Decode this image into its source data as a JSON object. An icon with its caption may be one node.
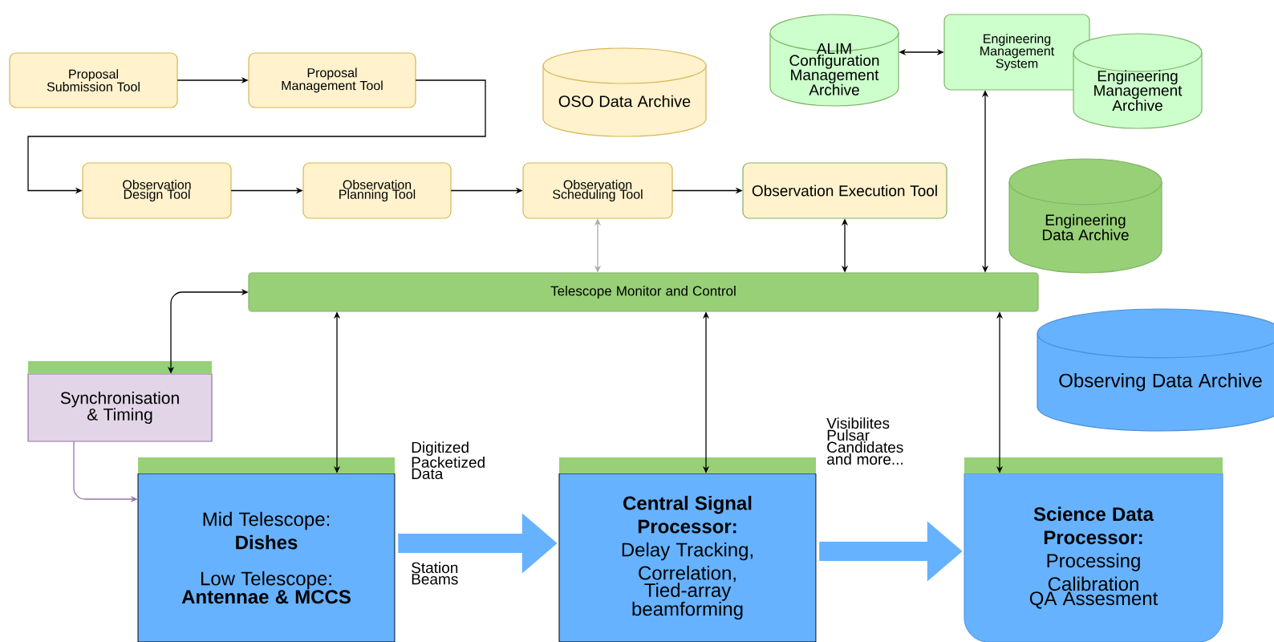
{
  "diagram": {
    "nodes": [
      {
        "text": [
          "Proposal Submission Tool"
        ]
      },
      {
        "text": [
          "Proposal Management Tool"
        ]
      },
      {
        "text": [
          "OSO Data Archive"
        ]
      },
      {
        "text": [
          "ALIM Configuration Management Archive"
        ]
      },
      {
        "text": [
          "Engineering Management System"
        ]
      },
      {
        "text": [
          "Engineering Management Archive"
        ]
      },
      {
        "text": [
          "Observation Design Tool"
        ]
      },
      {
        "text": [
          "Observation Planning Tool"
        ]
      },
      {
        "text": [
          "Observation Scheduling Tool"
        ]
      },
      {
        "text": [
          "Observation Execution Tool"
        ]
      },
      {
        "text": [
          "Engineering Data Archive"
        ]
      },
      {
        "text": [
          "Telescope Monitor and Control"
        ]
      },
      {
        "text": [
          "Observing Data Archive"
        ]
      },
      {
        "text": [
          "Synchronisation & Timing"
        ]
      },
      {
        "text": [
          "Mid Telescope:",
          "Dishes",
          "Low Telescope:",
          "Antennae & MCCS"
        ]
      },
      {
        "text": [
          "Central Signal Processor:",
          "Delay Tracking,",
          "Correlation,",
          "Tied-array beamforming"
        ]
      },
      {
        "text": [
          "Science Data Processor:",
          "Processing",
          "Calibration",
          "QA Assesment"
        ]
      }
    ],
    "edges": [
      {
        "from": 0,
        "to": 1,
        "arrow": "to"
      },
      {
        "from": 1,
        "to": 6,
        "arrow": "to"
      },
      {
        "from": 6,
        "to": 7,
        "arrow": "to"
      },
      {
        "from": 7,
        "to": 8,
        "arrow": "to"
      },
      {
        "from": 8,
        "to": 9,
        "arrow": "to"
      },
      {
        "from": 3,
        "to": 4,
        "arrow": "both"
      },
      {
        "from": 4,
        "to": 11,
        "arrow": "both"
      },
      {
        "from": 8,
        "to": 11,
        "arrow": "both",
        "color": "#aaaaaa"
      },
      {
        "from": 9,
        "to": 11,
        "arrow": "both"
      },
      {
        "from": 11,
        "to": 13,
        "arrow": "both"
      },
      {
        "from": 11,
        "to": 14,
        "arrow": "both"
      },
      {
        "from": 11,
        "to": 15,
        "arrow": "both"
      },
      {
        "from": 11,
        "to": 16,
        "arrow": "both"
      },
      {
        "from": 13,
        "to": 14,
        "arrow": "to",
        "color": "#9673a6"
      },
      {
        "from": 14,
        "to": 15,
        "arrow": "to",
        "style": "thick",
        "color": "#66b2ff"
      },
      {
        "from": 15,
        "to": 16,
        "arrow": "to",
        "style": "thick",
        "color": "#66b2ff"
      }
    ],
    "labels": [
      "Digitized Packetized Data",
      "Station Beams",
      "Visibilites Pulsar Candidates and more..."
    ]
  }
}
